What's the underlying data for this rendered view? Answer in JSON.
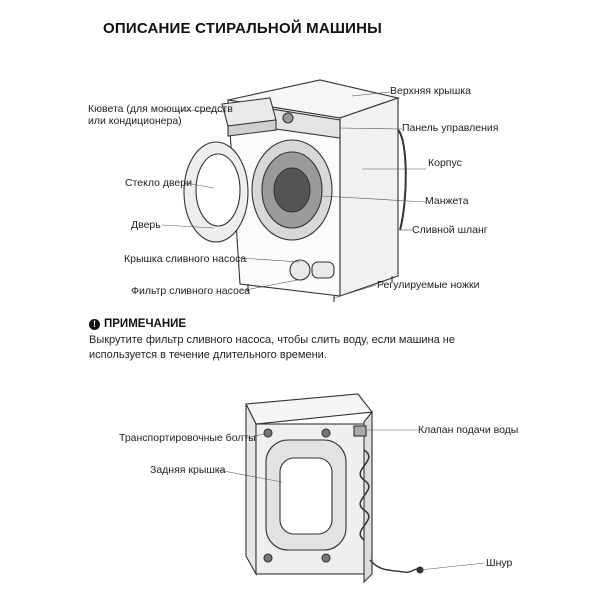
{
  "document": {
    "title": "ОПИСАНИЕ СТИРАЛЬНОЙ МАШИНЫ",
    "front_labels": {
      "top_cover": "Верхняя крышка",
      "detergent_drawer": "Кювета (для моющих средств\nили кондиционера)",
      "control_panel": "Панель управления",
      "body": "Корпус",
      "door_glass": "Стекло двери",
      "gasket": "Манжета",
      "door": "Дверь",
      "drain_hose": "Сливной шланг",
      "pump_cover": "Крышка сливного насоса",
      "adjustable_feet": "Регулируемые ножки",
      "pump_filter": "Фильтр сливного насоса"
    },
    "note": {
      "icon": "!",
      "heading": "ПРИМЕЧАНИЕ",
      "text": "Выкрутите фильтр сливного насоса, чтобы слить воду, если машина не используется в течение длительного времени."
    },
    "rear_labels": {
      "transport_bolts": "Транспортировочные болты",
      "water_inlet_valve": "Клапан подачи воды",
      "rear_cover": "Задняя крышка",
      "power_cord": "Шнур"
    }
  }
}
